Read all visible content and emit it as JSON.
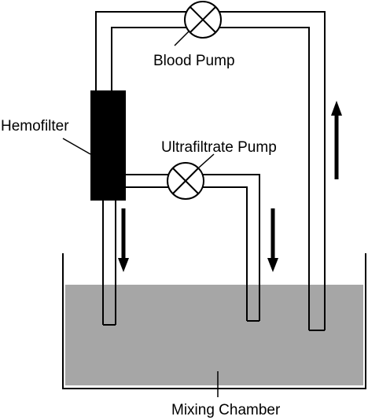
{
  "labels": {
    "hemofilter": "Hemofilter",
    "blood_pump": "Blood Pump",
    "ultrafiltrate_pump": "Ultrafiltrate Pump",
    "mixing_chamber": "Mixing Chamber"
  },
  "colors": {
    "liquid": "#a6a6a6",
    "hemofilter": "#000000",
    "tube_outline": "#000000",
    "tube_fill": "#ffffff"
  },
  "icons": {
    "pump": "circle-x-pump-icon",
    "arrow": "flow-arrow-icon"
  }
}
